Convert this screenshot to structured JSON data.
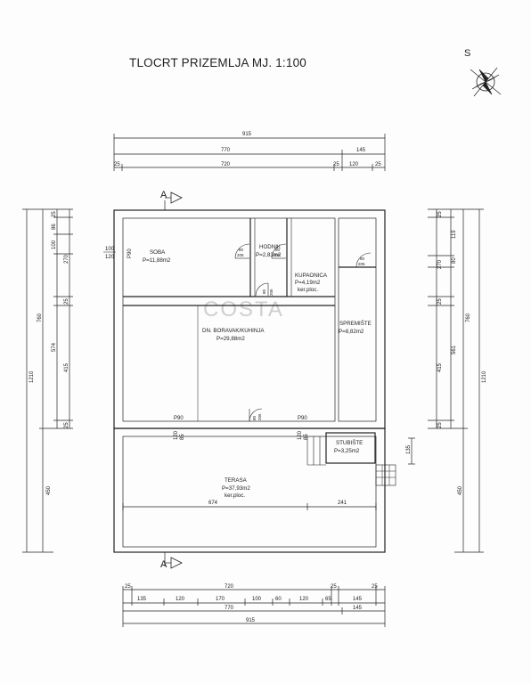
{
  "title": "TLOCRT PRIZEMLJA MJ. 1:100",
  "north_letter": "S",
  "watermark": "COSTA",
  "rooms": [
    {
      "name": "SOBA",
      "area": "P=11,88m2",
      "extra": ""
    },
    {
      "name": "HODNIK",
      "area": "P=2,83m2",
      "extra": ""
    },
    {
      "name": "KUPAONICA",
      "area": "P=4,19m2",
      "extra": "ker.ploc."
    },
    {
      "name": "SPREMIŠTE",
      "area": "P=8,82m2",
      "extra": ""
    },
    {
      "name": "DN. BORAVAK/KUHINJA",
      "area": "P=29,88m2",
      "extra": ""
    },
    {
      "name": "STUBIŠTE",
      "area": "P=3,25m2",
      "extra": ""
    },
    {
      "name": "TERASA",
      "area": "P=37,93m2",
      "extra": "ker.ploc."
    }
  ],
  "section_mark": "A",
  "openings": {
    "p90_a": "P90",
    "p90_b": "P90",
    "p90_c": "P90",
    "w100": "100",
    "w120": "120",
    "d80a": "80",
    "d205a": "205",
    "d80b": "80",
    "d205b": "205",
    "d80c": "80",
    "d205c": "205",
    "d80d": "80",
    "d205d": "205",
    "d80e": "80",
    "d205e": "205",
    "w120b": "120",
    "w85b": "85",
    "w120c": "120",
    "w85c": "85"
  },
  "dims_top": {
    "total": "915",
    "a": "770",
    "b": "145",
    "c25a": "25",
    "c720": "720",
    "c25b": "25",
    "c120": "120",
    "c25c": "25"
  },
  "dims_bottom": {
    "r1_25a": "25",
    "r1_720": "720",
    "r1_25b": "25",
    "r1_25c": "25",
    "r2_135": "135",
    "r2_120a": "120",
    "r2_170": "170",
    "r2_100": "100",
    "r2_60": "60",
    "r2_120b": "120",
    "r2_65": "65",
    "r2_145": "145",
    "r3_770": "770",
    "r3_145": "145",
    "r4_915": "915"
  },
  "dims_left": {
    "total": "1210",
    "d760": "760",
    "d450": "450",
    "d25a": "25",
    "d86": "86",
    "d100": "100",
    "d270": "270",
    "d25b": "25",
    "d574": "574",
    "d415": "415",
    "d25c": "25"
  },
  "dims_right": {
    "total": "1210",
    "d760": "760",
    "d450": "450",
    "d25a": "25",
    "d119": "119",
    "d270": "270",
    "d80": "80",
    "d25b": "25",
    "d561": "561",
    "d415": "415",
    "d25c": "25",
    "d135": "135"
  },
  "terasa_dims": {
    "left": "674",
    "right": "241"
  }
}
